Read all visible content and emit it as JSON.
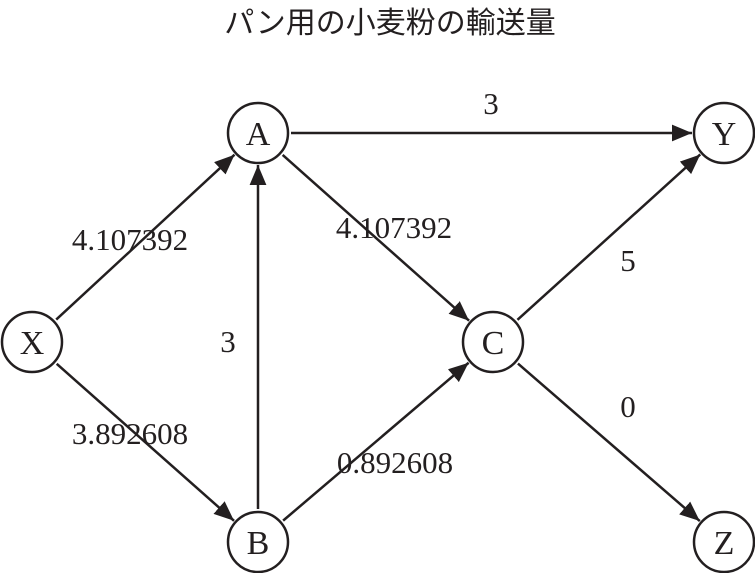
{
  "title": "パン用の小麦粉の輸送量",
  "colors": {
    "ink": "#231f20",
    "background": "#ffffff"
  },
  "nodes": [
    {
      "id": "X",
      "label": "X"
    },
    {
      "id": "A",
      "label": "A"
    },
    {
      "id": "B",
      "label": "B"
    },
    {
      "id": "C",
      "label": "C"
    },
    {
      "id": "Y",
      "label": "Y"
    },
    {
      "id": "Z",
      "label": "Z"
    }
  ],
  "edges": [
    {
      "from": "X",
      "to": "A",
      "label": "4.107392"
    },
    {
      "from": "X",
      "to": "B",
      "label": "3.892608"
    },
    {
      "from": "B",
      "to": "A",
      "label": "3"
    },
    {
      "from": "A",
      "to": "Y",
      "label": "3"
    },
    {
      "from": "A",
      "to": "C",
      "label": "4.107392"
    },
    {
      "from": "B",
      "to": "C",
      "label": "0.892608"
    },
    {
      "from": "C",
      "to": "Y",
      "label": "5"
    },
    {
      "from": "C",
      "to": "Z",
      "label": "0"
    }
  ]
}
